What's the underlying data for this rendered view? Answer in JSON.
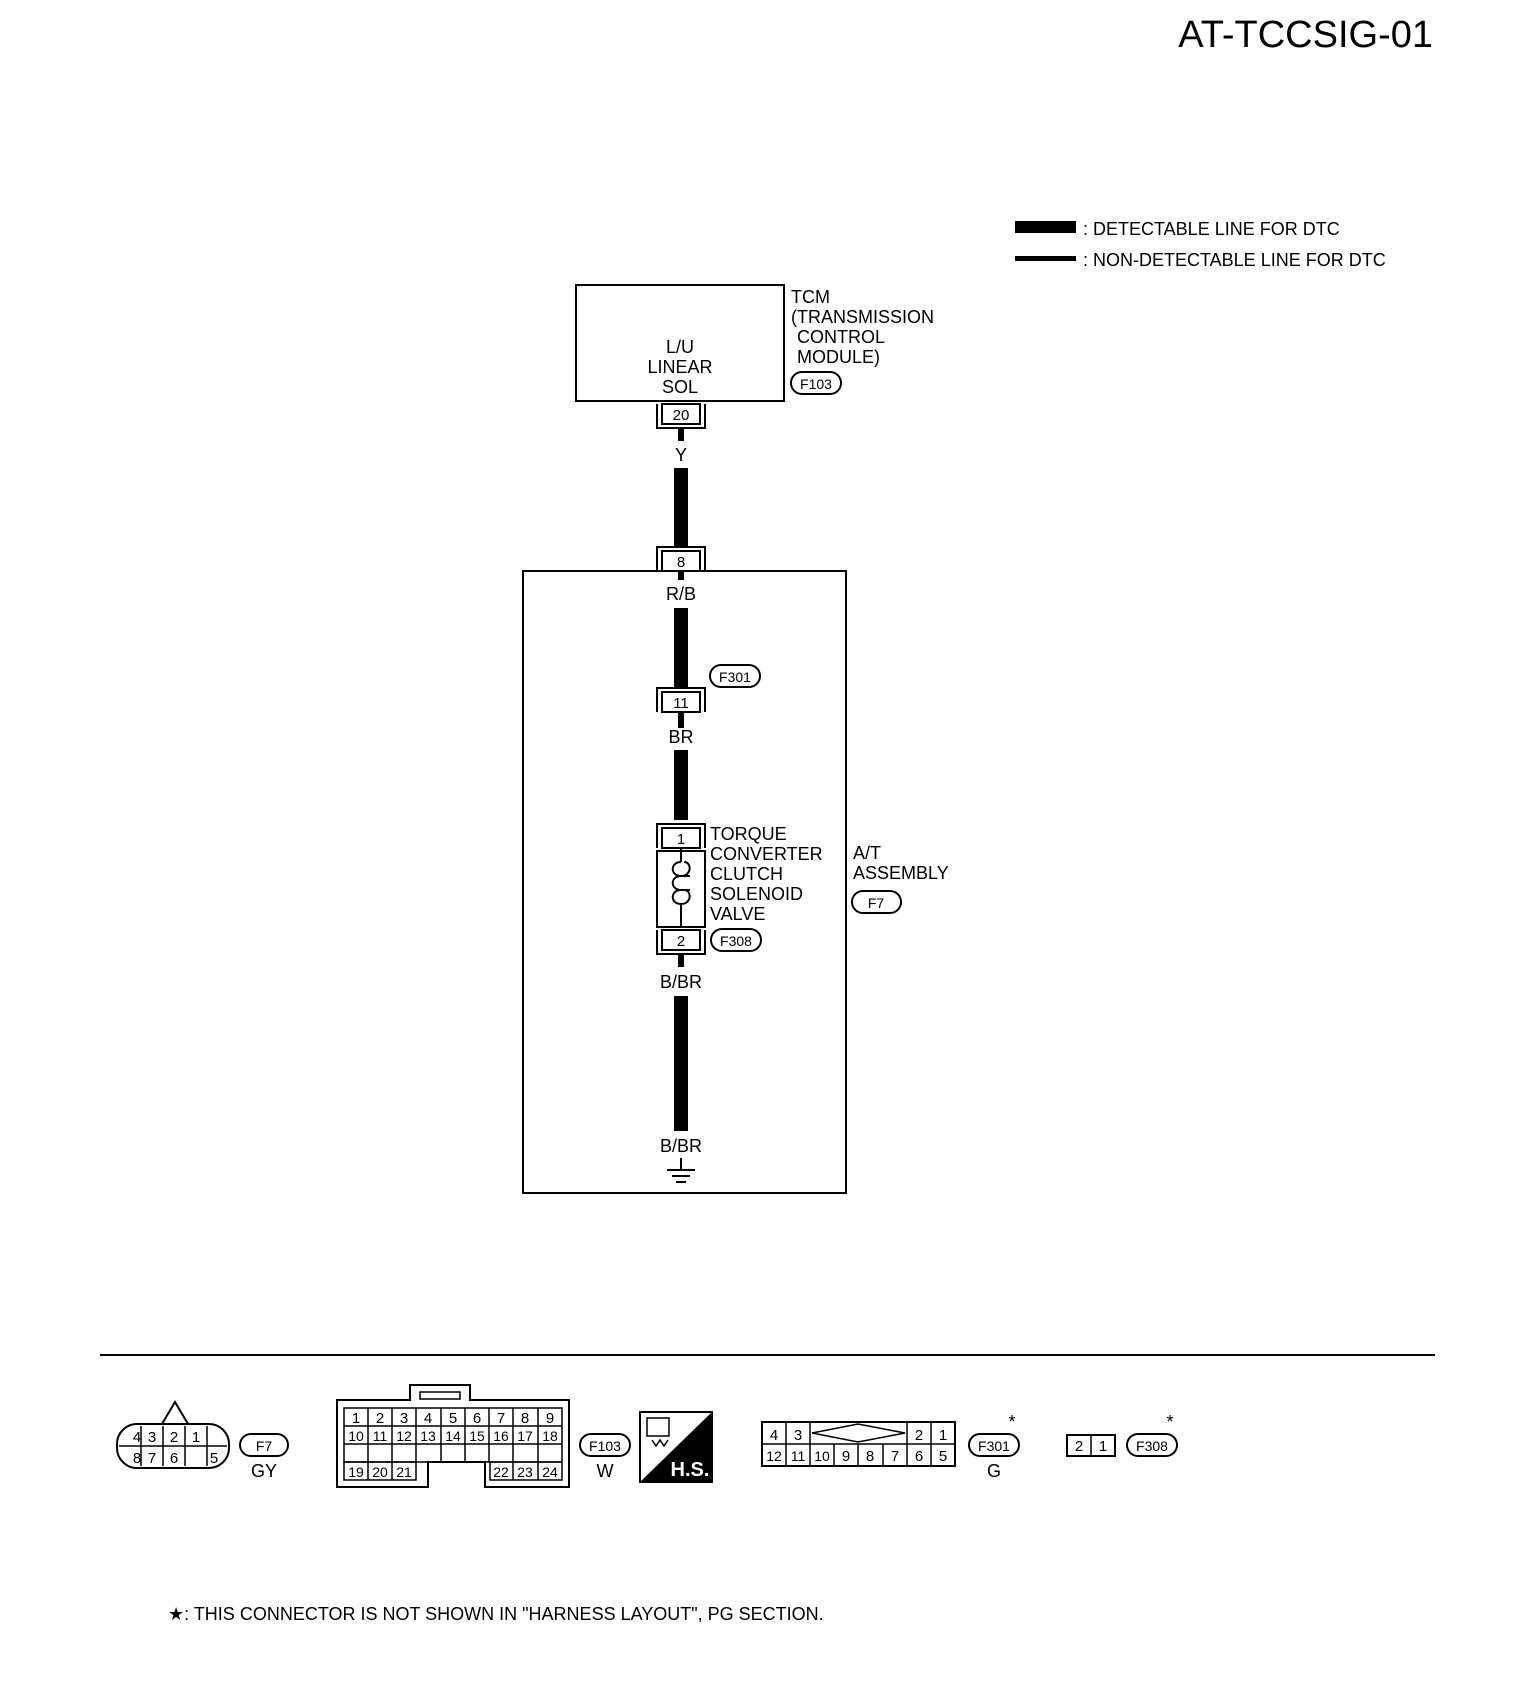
{
  "doc_id": "AT-TCCSIG-01",
  "legend": {
    "detectable": ": DETECTABLE LINE FOR DTC",
    "non_detectable": ": NON-DETECTABLE LINE FOR DTC"
  },
  "tcm": {
    "name_lines": [
      "TCM",
      "(TRANSMISSION",
      "CONTROL",
      "MODULE)"
    ],
    "connector": "F103",
    "component_lines": [
      "L/U",
      "LINEAR",
      "SOL"
    ],
    "pin": "20"
  },
  "wires": {
    "w1": "Y",
    "w2": "R/B",
    "w3": "BR",
    "w4": "B/BR",
    "w5": "B/BR"
  },
  "pins": {
    "at_in": "8",
    "f301": "11",
    "sol_top": "1",
    "sol_bottom": "2"
  },
  "connectors": {
    "f301": "F301",
    "f308": "F308",
    "f7": "F7"
  },
  "solenoid_lines": [
    "TORQUE",
    "CONVERTER",
    "CLUTCH",
    "SOLENOID",
    "VALVE"
  ],
  "assembly_lines": [
    "A/T",
    "ASSEMBLY"
  ],
  "connector_views": {
    "f7": {
      "id": "F7",
      "color": "GY",
      "top": [
        "4",
        "3",
        "2",
        "1"
      ],
      "bottom": [
        "8",
        "7",
        "6",
        "5"
      ]
    },
    "f103": {
      "id": "F103",
      "color": "W",
      "row1": [
        "1",
        "2",
        "3",
        "4",
        "5",
        "6",
        "7",
        "8",
        "9"
      ],
      "row2": [
        "10",
        "11",
        "12",
        "13",
        "14",
        "15",
        "16",
        "17",
        "18"
      ],
      "row3a": [
        "19",
        "20",
        "21"
      ],
      "row3b": [
        "22",
        "23",
        "24"
      ]
    },
    "hs": "H.S.",
    "f301": {
      "id": "F301",
      "color": "G",
      "top_left": [
        "4",
        "3"
      ],
      "top_right": [
        "2",
        "1"
      ],
      "bottom": [
        "12",
        "11",
        "10",
        "9",
        "8",
        "7",
        "6",
        "5"
      ]
    },
    "f308": {
      "id": "F308",
      "pins": [
        "2",
        "1"
      ]
    },
    "star": "*"
  },
  "footnote": "★: THIS CONNECTOR IS NOT SHOWN IN \"HARNESS LAYOUT\", PG SECTION."
}
